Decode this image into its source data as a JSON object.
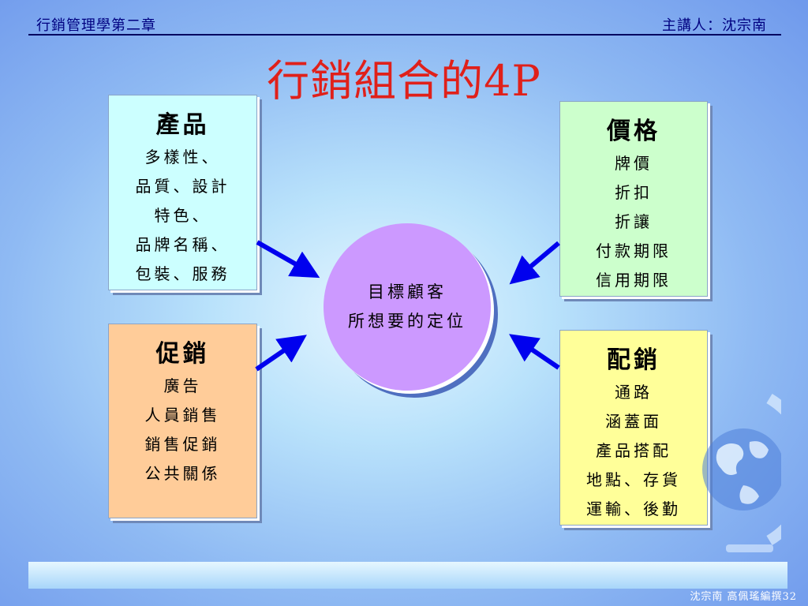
{
  "header": {
    "course": "行銷管理學第二章",
    "speaker": "主講人：沈宗南"
  },
  "title": "行銷組合的4P",
  "product": {
    "heading": "產品",
    "lines": [
      "多樣性、",
      "品質、設計",
      "特色、",
      "品牌名稱、",
      "包裝、服務"
    ]
  },
  "price": {
    "heading": "價格",
    "lines": [
      "牌價",
      "折扣",
      "折讓",
      "付款期限",
      "信用期限"
    ]
  },
  "promotion": {
    "heading": "促銷",
    "lines": [
      "廣告",
      "人員銷售",
      "銷售促銷",
      "公共關係"
    ]
  },
  "place": {
    "heading": "配銷",
    "lines": [
      "通路",
      "涵蓋面",
      "產品搭配",
      "地點、存貨",
      "運輸、後勤"
    ]
  },
  "center": {
    "lines": [
      "目標顧客",
      "所想要的定位"
    ]
  },
  "footer": "沈宗南 高佩瑤編撰32",
  "colors": {
    "title": "#e0201a",
    "header": "#000080",
    "arrow": "#0000ee",
    "product_box": "#ccffff",
    "price_box": "#ccffcc",
    "promotion_box": "#ffcc99",
    "place_box": "#ffff99",
    "center_circle": "#cc99ff"
  }
}
